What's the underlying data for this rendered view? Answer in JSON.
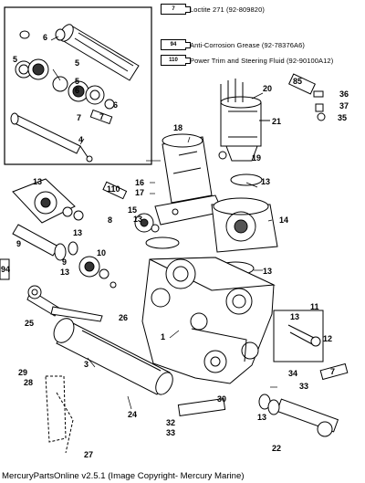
{
  "legend": [
    {
      "icon_code": "7",
      "text": "Loctite 271 (92-809820)"
    },
    {
      "icon_code": "94",
      "text": "Anti-Corrosion Grease (92-78376A6)"
    },
    {
      "icon_code": "110",
      "text": "Power Trim and Steering Fluid (92-90100A12)"
    }
  ],
  "callouts": [
    "1",
    "3",
    "4",
    "5",
    "6",
    "7",
    "8",
    "9",
    "10",
    "11",
    "12",
    "13",
    "14",
    "15",
    "16",
    "17",
    "18",
    "19",
    "20",
    "21",
    "22",
    "24",
    "25",
    "26",
    "27",
    "28",
    "29",
    "30",
    "32",
    "33",
    "34",
    "35",
    "36",
    "37"
  ],
  "tags": {
    "inset_tube_7": "7",
    "tube_85": "85",
    "tube_110": "110",
    "tube_94": "94",
    "tube_7_bottom": "7"
  },
  "footer": "MercuryPartsOnline v2.5.1 (Image Copyright- Mercury Marine)"
}
